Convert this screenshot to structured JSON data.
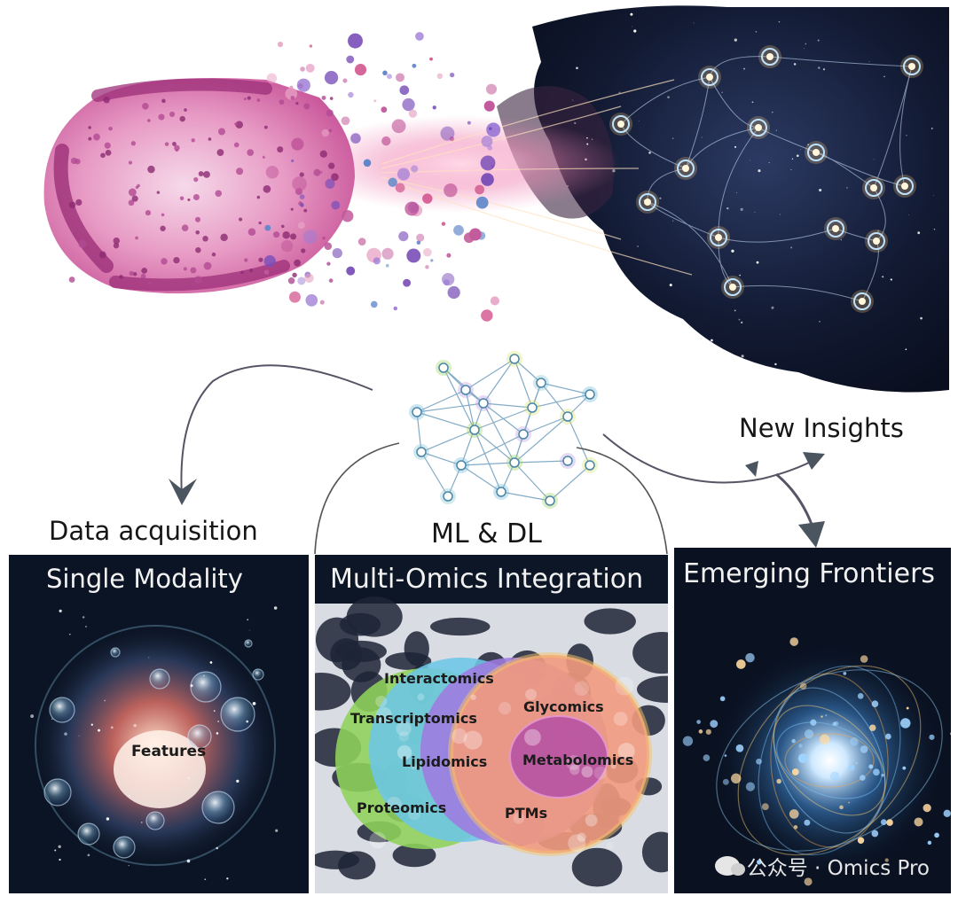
{
  "top_illustration": {
    "description_icons": [
      "tissue-section-icon",
      "network-constellation-icon"
    ]
  },
  "labels": {
    "ml_dl": "ML & DL",
    "data_acquisition": "Data acquisition",
    "new_insights": "New Insights"
  },
  "panels": {
    "single": {
      "title": "Single Modality",
      "features": "Features"
    },
    "multi": {
      "title": "Multi-Omics Integration",
      "layers": [
        {
          "name": "Interactomics"
        },
        {
          "name": "Transcriptomics"
        },
        {
          "name": "Glycomics"
        },
        {
          "name": "Lipidomics"
        },
        {
          "name": "Metabolomics"
        },
        {
          "name": "Proteomics"
        },
        {
          "name": "PTMs"
        }
      ],
      "colors": [
        "#8ed35a",
        "#6cc6e6",
        "#9e7be0",
        "#f0907a"
      ]
    },
    "emerging": {
      "title": "Emerging Frontiers"
    }
  },
  "watermark": {
    "text": "公众号 · Omics Pro"
  }
}
